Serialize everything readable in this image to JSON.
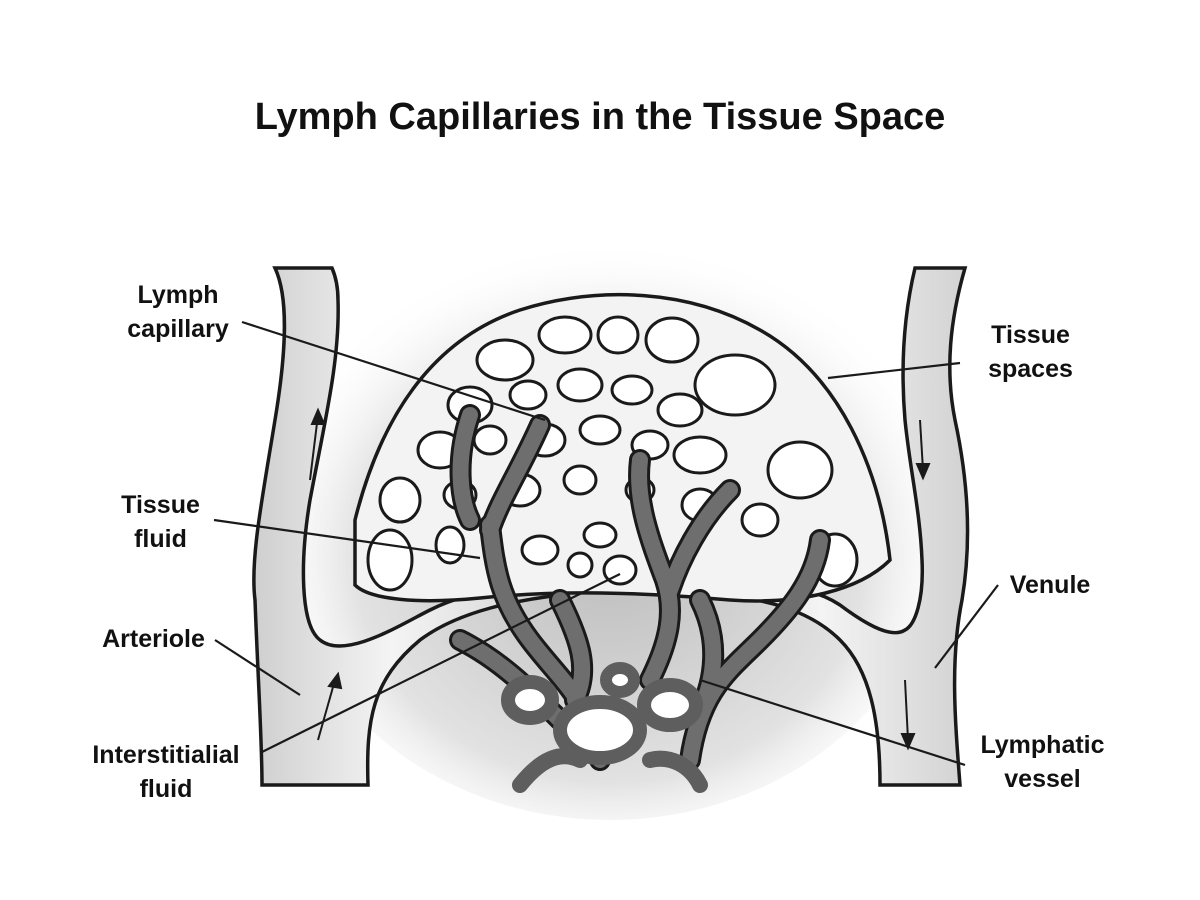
{
  "title": "Lymph Capillaries in the Tissue Space",
  "labels": {
    "lymph_capillary": [
      "Lymph",
      "capillary"
    ],
    "tissue_fluid": [
      "Tissue",
      "fluid"
    ],
    "arteriole": "Arteriole",
    "interstitial_fluid": [
      "Interstitialial",
      "fluid"
    ],
    "tissue_spaces": [
      "Tissue",
      "spaces"
    ],
    "venule": "Venule",
    "lymphatic_vessel": [
      "Lymphatic",
      "vessel"
    ]
  },
  "colors": {
    "outline": "#1a1a1a",
    "vessel_fill": "#e6e6e6",
    "lymph_vessel": "#6b6b6b",
    "background_haze": "#d9d9d9"
  }
}
